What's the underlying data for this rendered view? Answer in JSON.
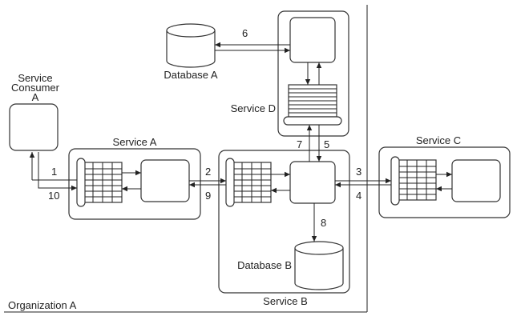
{
  "labels": {
    "service_consumer": [
      "Service",
      "Consumer",
      "A"
    ],
    "service_a": "Service A",
    "service_b": "Service B",
    "service_c": "Service C",
    "service_d": "Service D",
    "database_a": "Database A",
    "database_b": "Database B",
    "organization": "Organization A"
  },
  "steps": [
    "1",
    "2",
    "3",
    "4",
    "5",
    "6",
    "7",
    "8",
    "9",
    "10"
  ]
}
